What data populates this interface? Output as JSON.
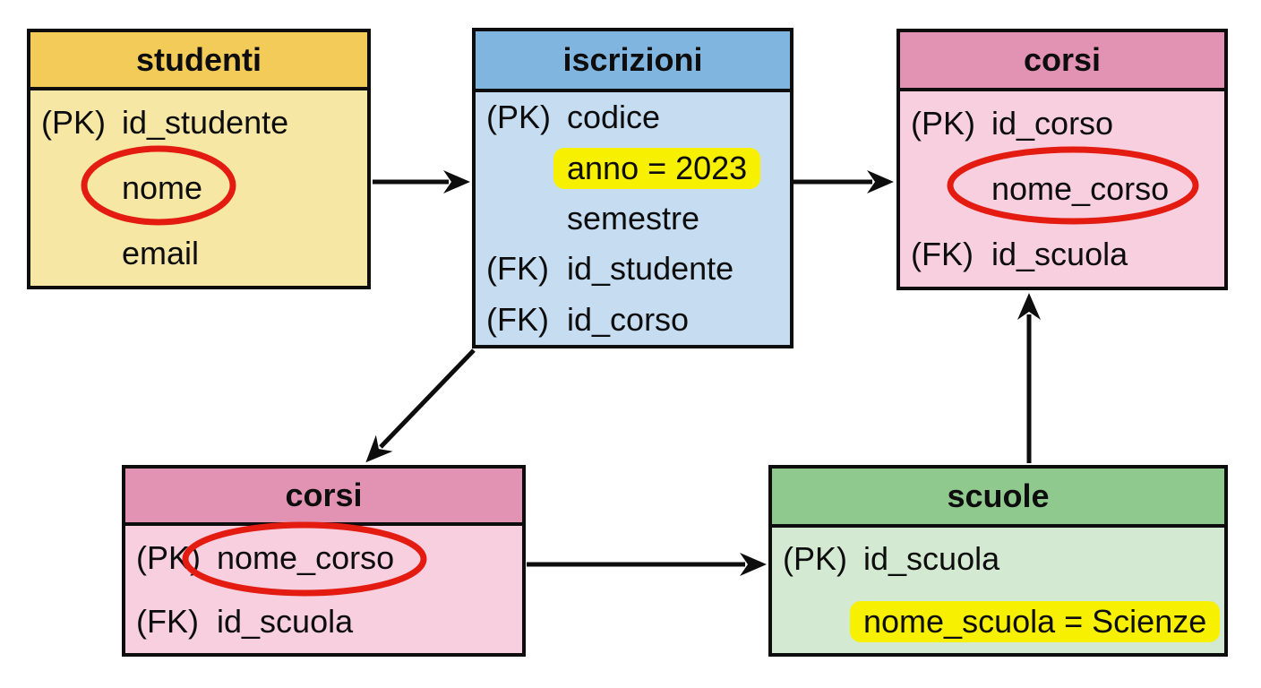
{
  "diagram": {
    "colors": {
      "highlight": "#F7F000",
      "circle": "#E31B10",
      "line": "#0d0d0d"
    },
    "tables": [
      {
        "id": "studenti",
        "title": "studenti",
        "header_color": "#F2CB59",
        "body_color": "#F6E7A4",
        "rows": [
          {
            "prefix": "(PK)",
            "name": "id_studente"
          },
          {
            "prefix": "",
            "name": "nome",
            "annotation": "red-circle"
          },
          {
            "prefix": "",
            "name": "email"
          }
        ]
      },
      {
        "id": "iscrizioni",
        "title": "iscrizioni",
        "header_color": "#80B5E0",
        "body_color": "#C6DDF1",
        "rows": [
          {
            "prefix": "(PK)",
            "name": "codice"
          },
          {
            "prefix": "",
            "name": "anno = 2023",
            "annotation": "yellow-highlight"
          },
          {
            "prefix": "",
            "name": "semestre"
          },
          {
            "prefix": "(FK)",
            "name": "id_studente"
          },
          {
            "prefix": "(FK)",
            "name": "id_corso"
          }
        ]
      },
      {
        "id": "corsi-top",
        "title": "corsi",
        "header_color": "#E293B4",
        "body_color": "#F7CFDE",
        "rows": [
          {
            "prefix": "(PK)",
            "name": "id_corso"
          },
          {
            "prefix": "",
            "name": "nome_corso",
            "annotation": "red-circle"
          },
          {
            "prefix": "(FK)",
            "name": "id_scuola"
          }
        ]
      },
      {
        "id": "corsi-bottom",
        "title": "corsi",
        "header_color": "#E293B4",
        "body_color": "#F7CFDE",
        "rows": [
          {
            "prefix": "(PK)",
            "name": "nome_corso",
            "annotation": "red-circle"
          },
          {
            "prefix": "(FK)",
            "name": "id_scuola"
          }
        ]
      },
      {
        "id": "scuole",
        "title": "scuole",
        "header_color": "#8FC98E",
        "body_color": "#D3E9D1",
        "rows": [
          {
            "prefix": "(PK)",
            "name": "id_scuola"
          },
          {
            "prefix": "",
            "name": "nome_scuola = Scienze",
            "annotation": "yellow-highlight"
          }
        ]
      }
    ],
    "arrows": [
      {
        "from": "studenti",
        "to": "iscrizioni"
      },
      {
        "from": "iscrizioni",
        "to": "corsi-top"
      },
      {
        "from": "iscrizioni",
        "to": "corsi-bottom"
      },
      {
        "from": "corsi-bottom",
        "to": "scuole"
      },
      {
        "from": "scuole",
        "to": "corsi-top"
      }
    ]
  }
}
